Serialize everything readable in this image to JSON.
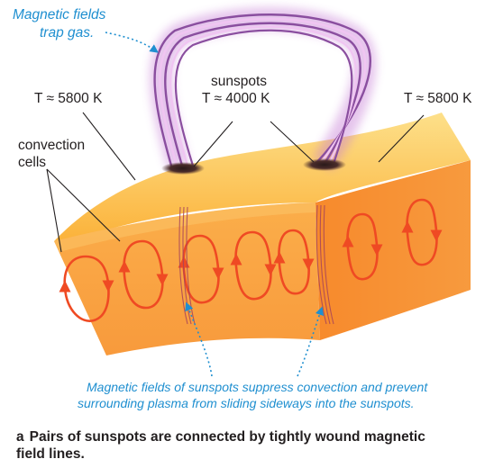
{
  "labels": {
    "magnetic_fields_line1": "Magnetic fields",
    "magnetic_fields_line2": "trap gas.",
    "t_left": "T ≈ 5800 K",
    "sunspots": "sunspots",
    "t_sunspots": "T ≈ 4000 K",
    "t_right": "T ≈ 5800 K",
    "convection_line1": "convection",
    "convection_line2": "cells",
    "suppress_line1": "Magnetic fields of sunspots suppress convection and prevent",
    "suppress_line2": "surrounding plasma from sliding sideways into the sunspots."
  },
  "caption": {
    "letter": "a",
    "line1": "Pairs of sunspots are connected by tightly wound magnetic",
    "line2": "field lines."
  },
  "colors": {
    "annotation_blue": "#1f8fd0",
    "surface_yellow": "#fbb93b",
    "cross_section_orange": "#f7852c",
    "convection_red": "#ef4a23",
    "magnetic_glow_purple": "#c77fd6"
  }
}
